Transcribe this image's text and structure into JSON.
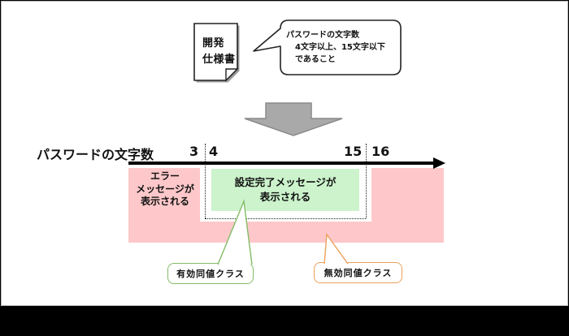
{
  "document_icon": {
    "lines": [
      "開発",
      "仕様書"
    ]
  },
  "spec_bubble": {
    "lines": [
      "パスワードの文字数",
      "4文字以上、15文字以下",
      "であること"
    ]
  },
  "axis": {
    "title": "パスワードの文字数",
    "ticks": [
      "3",
      "4",
      "15",
      "16"
    ]
  },
  "error_region": {
    "lines": [
      "エラー",
      "メッセージが",
      "表示される"
    ]
  },
  "valid_region": {
    "lines": [
      "設定完了メッセージが",
      "表示される"
    ]
  },
  "callouts": {
    "valid": "有効同値クラス",
    "invalid": "無効同値クラス"
  },
  "colors": {
    "pink_band": "#FEC8CA",
    "green_fill": "#CCF3CC",
    "valid_border_green": "#84BC66",
    "invalid_border_orange": "#EDA05B",
    "gray_arrow": "#A9A9A9",
    "axis_black": "#000000"
  }
}
